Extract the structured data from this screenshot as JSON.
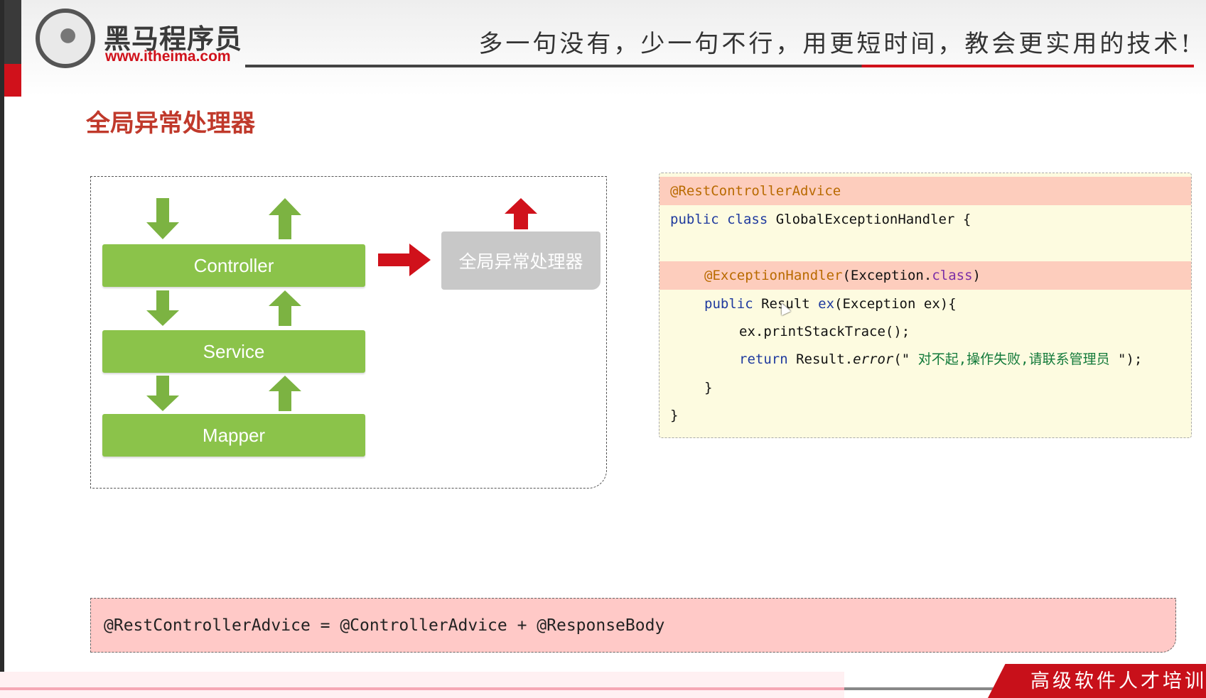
{
  "header": {
    "logo_cn": "黑马程序员",
    "logo_url": "www.itheima.com",
    "slogan": "多一句没有，少一句不行，用更短时间，教会更实用的技术!"
  },
  "page_title": "全局异常处理器",
  "diagram": {
    "layers": [
      "Controller",
      "Service",
      "Mapper"
    ],
    "handler_label": "全局异常处理器",
    "colors": {
      "layer": "#8bc34a",
      "arrow_green": "#7cb342",
      "arrow_red": "#d0111b",
      "handler": "#c8c8c8"
    }
  },
  "code": {
    "line1": "@RestControllerAdvice",
    "line2_kw1": "public",
    "line2_kw2": "class",
    "line2_rest": " GlobalExceptionHandler {",
    "line4_ann": "@ExceptionHandler",
    "line4_a": "(Exception.",
    "line4_cls": "class",
    "line4_b": ")",
    "line5_kw": "public",
    "line5_a": " Result ",
    "line5_fn": "ex",
    "line5_b": "(Exception ex){",
    "line6": "ex.printStackTrace();",
    "line7_kw": "return",
    "line7_a": " Result.",
    "line7_fn": "error",
    "line7_b": "(\"",
    "line7_str": " 对不起,操作失败,请联系管理员 ",
    "line7_c": "\");",
    "line8": "}",
    "line9": "}"
  },
  "formula": "@RestControllerAdvice = @ControllerAdvice + @ResponseBody",
  "footer": {
    "banner_text": "高级软件人才培训专"
  }
}
